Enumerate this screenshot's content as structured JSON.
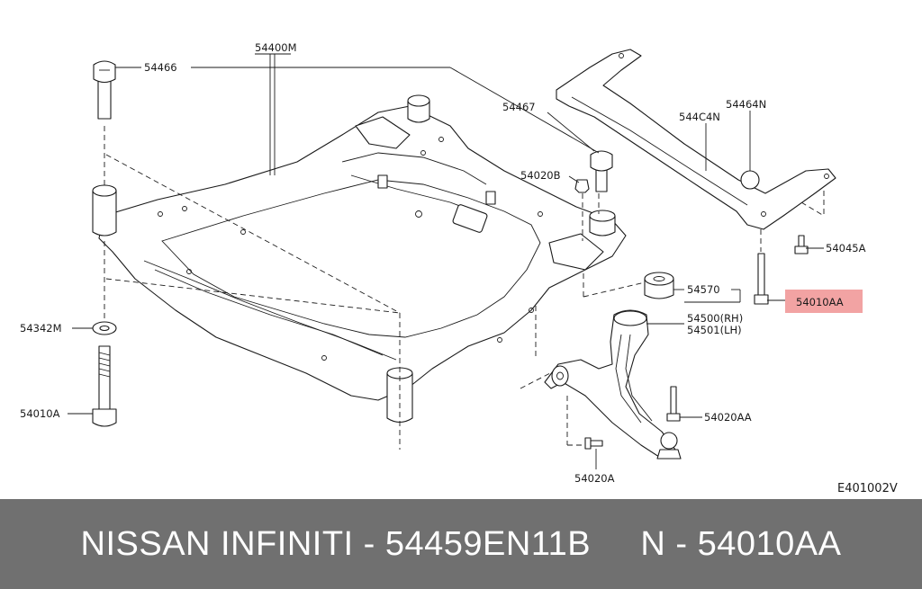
{
  "colors": {
    "line": "#1a1a1a",
    "highlight": "#f2a3a3",
    "footer_bg": "#707070",
    "footer_text": "#ffffff"
  },
  "labels": {
    "p54400M": "54400M",
    "p54466": "54466",
    "p54467": "54467",
    "p544C4N": "544C4N",
    "p54464N": "54464N",
    "p54020B": "54020B",
    "p54045A": "54045A",
    "p54570": "54570",
    "p54010AA": "54010AA",
    "p54500": "54500(RH)",
    "p54501": "54501(LH)",
    "p54342M": "54342M",
    "p54010A": "54010A",
    "p54020AA": "54020AA",
    "p54020A": "54020A"
  },
  "diagram_code": "E401002V",
  "footer": {
    "text": "NISSAN INFINITI - 54459EN11B     N - 54010AA"
  }
}
